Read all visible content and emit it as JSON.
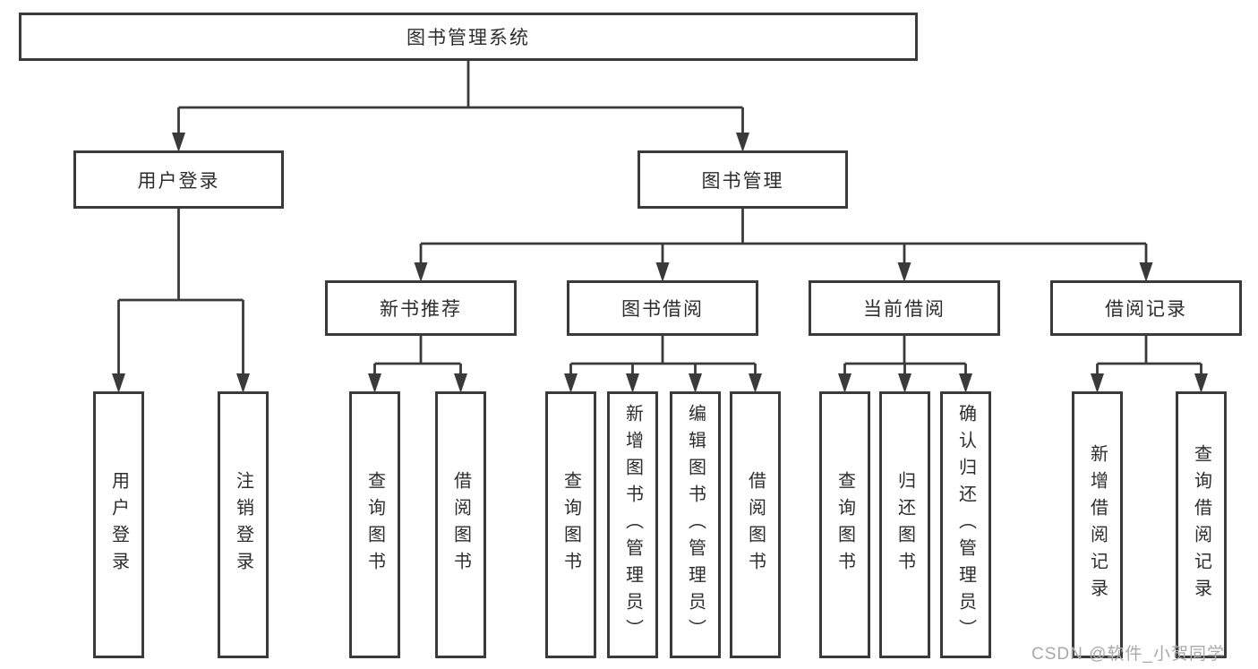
{
  "diagram": {
    "tree": {
      "label": "图书管理系统",
      "children": [
        {
          "label": "用户登录",
          "children": [
            {
              "label": "用户登录"
            },
            {
              "label": "注销登录"
            }
          ]
        },
        {
          "label": "图书管理",
          "children": [
            {
              "label": "新书推荐",
              "children": [
                {
                  "label": "查询图书"
                },
                {
                  "label": "借阅图书"
                }
              ]
            },
            {
              "label": "图书借阅",
              "children": [
                {
                  "label": "查询图书"
                },
                {
                  "label": "新增图书（管理员）"
                },
                {
                  "label": "编辑图书（管理员）"
                },
                {
                  "label": "借阅图书"
                }
              ]
            },
            {
              "label": "当前借阅",
              "children": [
                {
                  "label": "查询图书"
                },
                {
                  "label": "归还图书"
                },
                {
                  "label": "确认归还（管理员）"
                }
              ]
            },
            {
              "label": "借阅记录",
              "children": [
                {
                  "label": "新增借阅记录"
                },
                {
                  "label": "查询借阅记录"
                }
              ]
            }
          ]
        }
      ]
    },
    "colors": {
      "line": "#3a3a3a",
      "box_border": "#3a3a3a",
      "text": "#2d2d2d",
      "watermark": "#a9a9a9",
      "background": "#ffffff"
    }
  },
  "watermark": {
    "text": "CSDN @软件_小贺同学"
  }
}
